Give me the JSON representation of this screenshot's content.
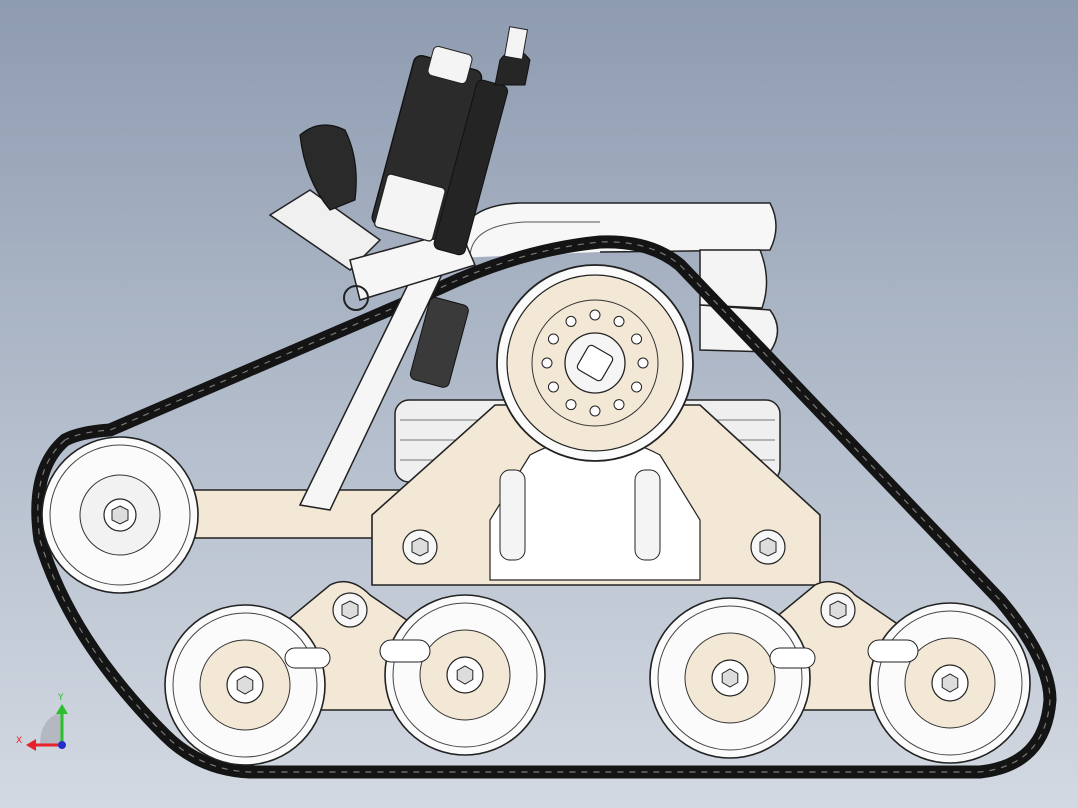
{
  "viewport": {
    "background_top": "#8e9bb0",
    "background_bottom": "#d3d9e2"
  },
  "colors": {
    "track": "#141414",
    "frame_cream": "#f3e7d6",
    "wheel_white": "#fbfbfb",
    "line": "#222222",
    "metal_gray": "#c9ccd2"
  },
  "model": {
    "description_icon": "tracked-robot-cad-model",
    "parts": [
      "tracked-chassis",
      "drive-sprocket",
      "road-wheels",
      "bogie-arms",
      "rifle",
      "bellows-tube",
      "seat-pipe"
    ]
  },
  "triad": {
    "x_label": "X",
    "y_label": "Y",
    "x_color": "#e8202a",
    "y_color": "#2bbf2b",
    "z_color": "#2030c8"
  }
}
